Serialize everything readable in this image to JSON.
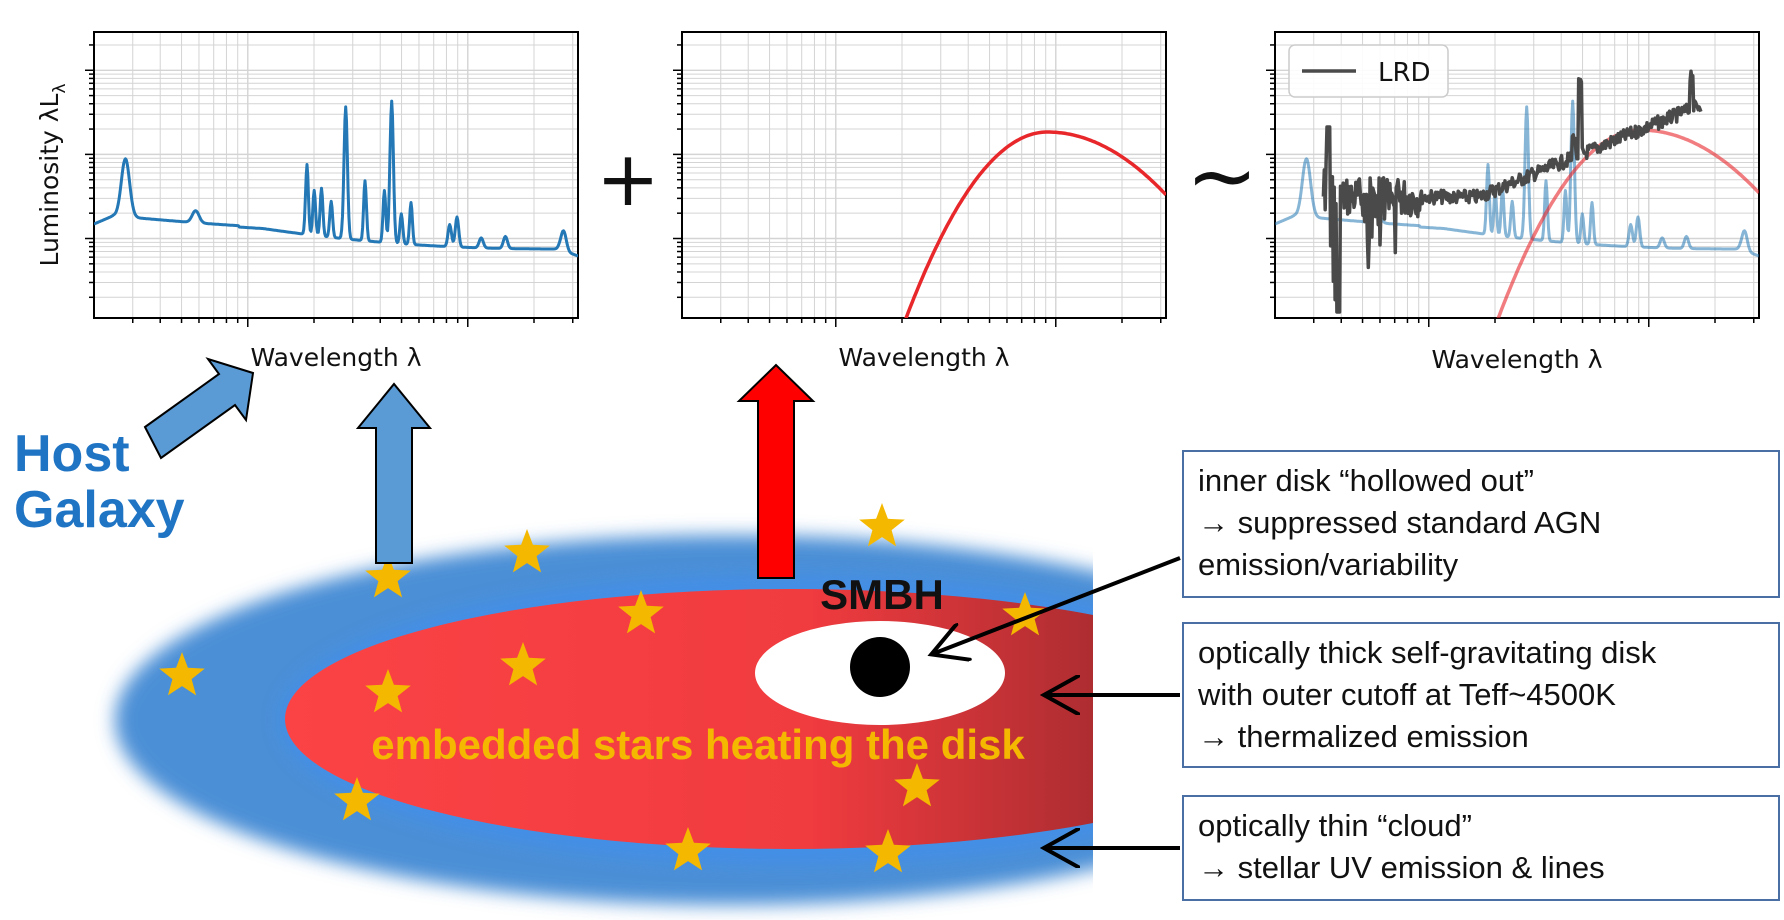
{
  "panels": [
    {
      "xlabel": "Wavelength λ",
      "ylabel": "Luminosity λL",
      "ylabel_subscript": "λ",
      "curves": [
        "host-galaxy-spectrum"
      ]
    },
    {
      "xlabel": "Wavelength λ",
      "curves": [
        "thermal-disk-spectrum"
      ]
    },
    {
      "xlabel": "Wavelength λ",
      "legend": "LRD",
      "curves": [
        "host-galaxy-spectrum-faded",
        "thermal-disk-spectrum-faded",
        "lrd-spectrum"
      ]
    }
  ],
  "operators": {
    "plus": "+",
    "approx": "~"
  },
  "host_label": {
    "line1": "Host",
    "line2": "Galaxy"
  },
  "smbh_label": "SMBH",
  "stars_label": "embedded stars heating the disk",
  "callouts": {
    "inner": {
      "line1": "inner disk “hollowed out”",
      "line2": "→ suppressed standard AGN",
      "line3": "emission/variability"
    },
    "thick": {
      "line1": "optically thick self-gravitating disk",
      "line2": "with outer cutoff at Teff~4500K",
      "line3": "→ thermalized emission"
    },
    "thin": {
      "line1": "optically thin “cloud”",
      "line2": "→  stellar UV emission & lines"
    }
  },
  "colors": {
    "host_blue": "#2378b5",
    "disk_red": "#e8272b",
    "lrd_gray": "#4a4a4a",
    "cloud_blue": "#4b8fd6",
    "star_yellow": "#f5b800",
    "label_blue": "#1f74c4",
    "label_orange": "#f5b800",
    "callout_border": "#4a6fa5"
  }
}
